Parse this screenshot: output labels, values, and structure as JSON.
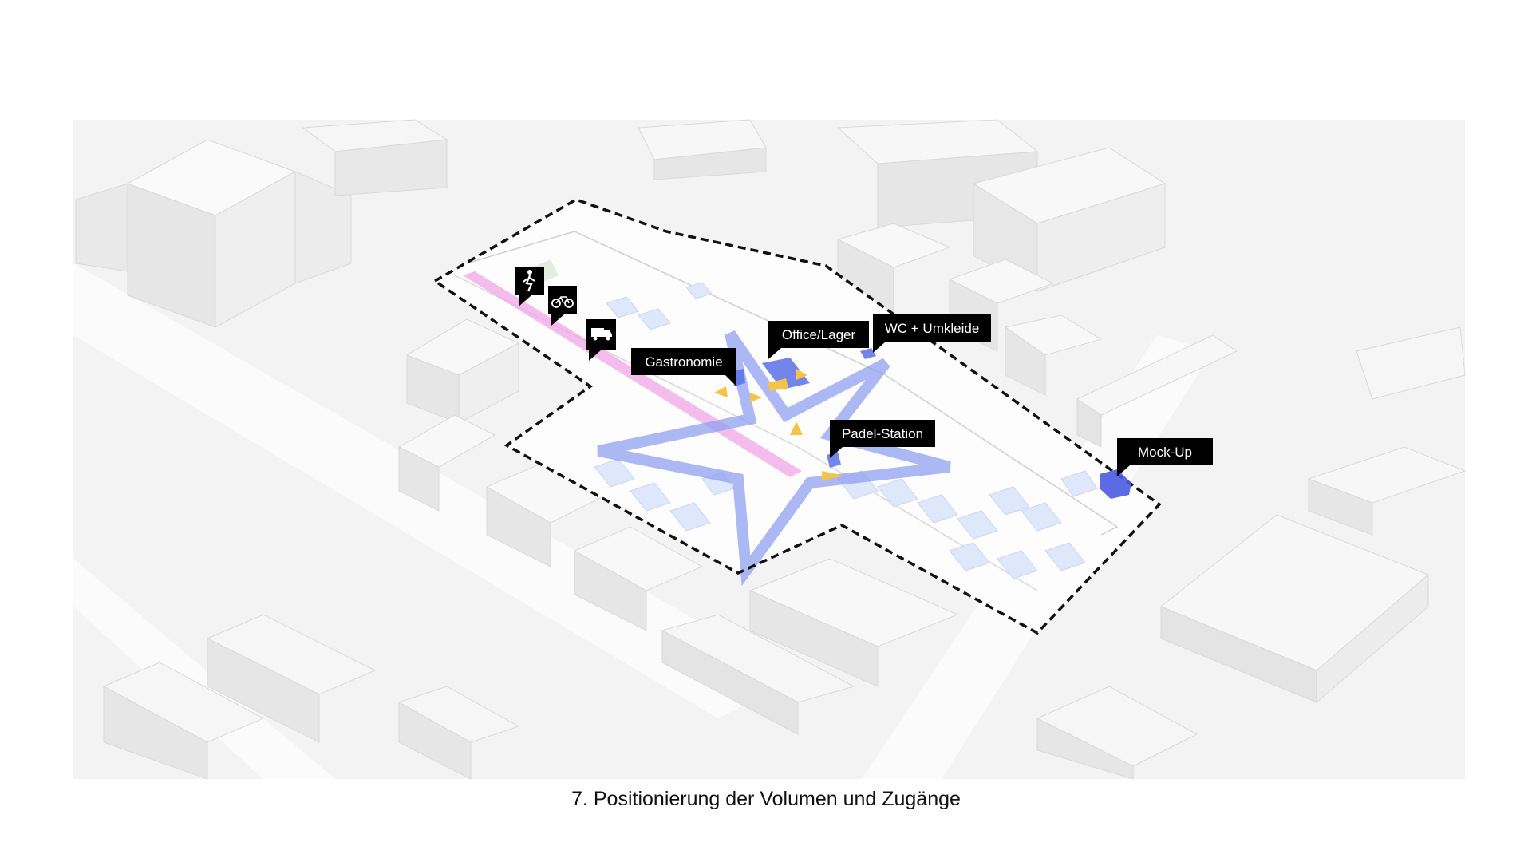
{
  "caption": "7. Positionierung der Volumen und Zugänge",
  "labels": {
    "gastronomie": "Gastronomie",
    "office": "Office/Lager",
    "wc": "WC + Umkleide",
    "padel": "Padel-Station",
    "mockup": "Mock-Up"
  },
  "access_icons": [
    "pedestrian-icon",
    "bicycle-icon",
    "truck-icon"
  ],
  "colors": {
    "volume_blue": "#5b6ee8",
    "star_blue": "#8fa0f0",
    "path_pink": "#f0a6e6",
    "entry_yellow": "#f5c445",
    "boundary": "#111111",
    "label_bg": "#000000"
  }
}
